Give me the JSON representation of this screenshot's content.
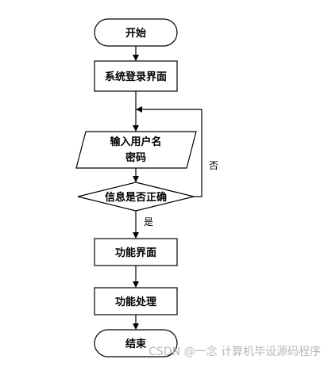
{
  "nodes": {
    "start": "开始",
    "login": "系统登录界面",
    "input_line1": "输入用户名",
    "input_line2": "密码",
    "decision": "信息是否正确",
    "function_page": "功能界面",
    "function_process": "功能处理",
    "end": "结束"
  },
  "edge_labels": {
    "yes": "是",
    "no": "否"
  },
  "watermark": "CSDN @一念 计算机毕设源码程序",
  "colors": {
    "stroke": "#000000",
    "fill": "#ffffff",
    "text": "#000000",
    "watermark": "#b8b8b8"
  }
}
